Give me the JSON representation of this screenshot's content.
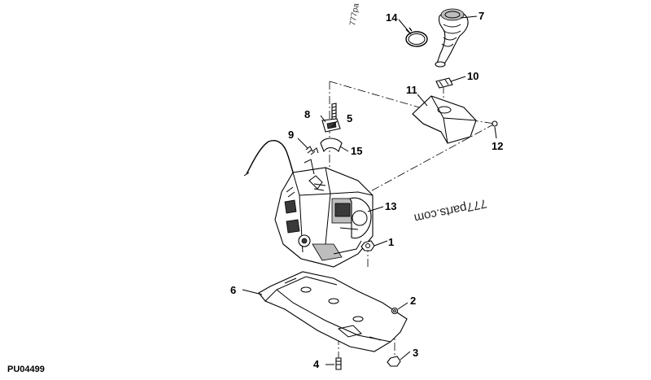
{
  "diagram": {
    "reference_code": "PU04499",
    "watermark_main": "777parts.com",
    "watermark_corner": "777pa",
    "callouts": [
      {
        "id": "c1",
        "label": "1"
      },
      {
        "id": "c2",
        "label": "2"
      },
      {
        "id": "c3",
        "label": "3"
      },
      {
        "id": "c4",
        "label": "4"
      },
      {
        "id": "c5",
        "label": "5"
      },
      {
        "id": "c6",
        "label": "6"
      },
      {
        "id": "c7",
        "label": "7"
      },
      {
        "id": "c8",
        "label": "8"
      },
      {
        "id": "c9",
        "label": "9"
      },
      {
        "id": "c10",
        "label": "10"
      },
      {
        "id": "c11",
        "label": "11"
      },
      {
        "id": "c12",
        "label": "12"
      },
      {
        "id": "c13",
        "label": "13"
      },
      {
        "id": "c14",
        "label": "14"
      },
      {
        "id": "c15",
        "label": "15"
      }
    ]
  }
}
